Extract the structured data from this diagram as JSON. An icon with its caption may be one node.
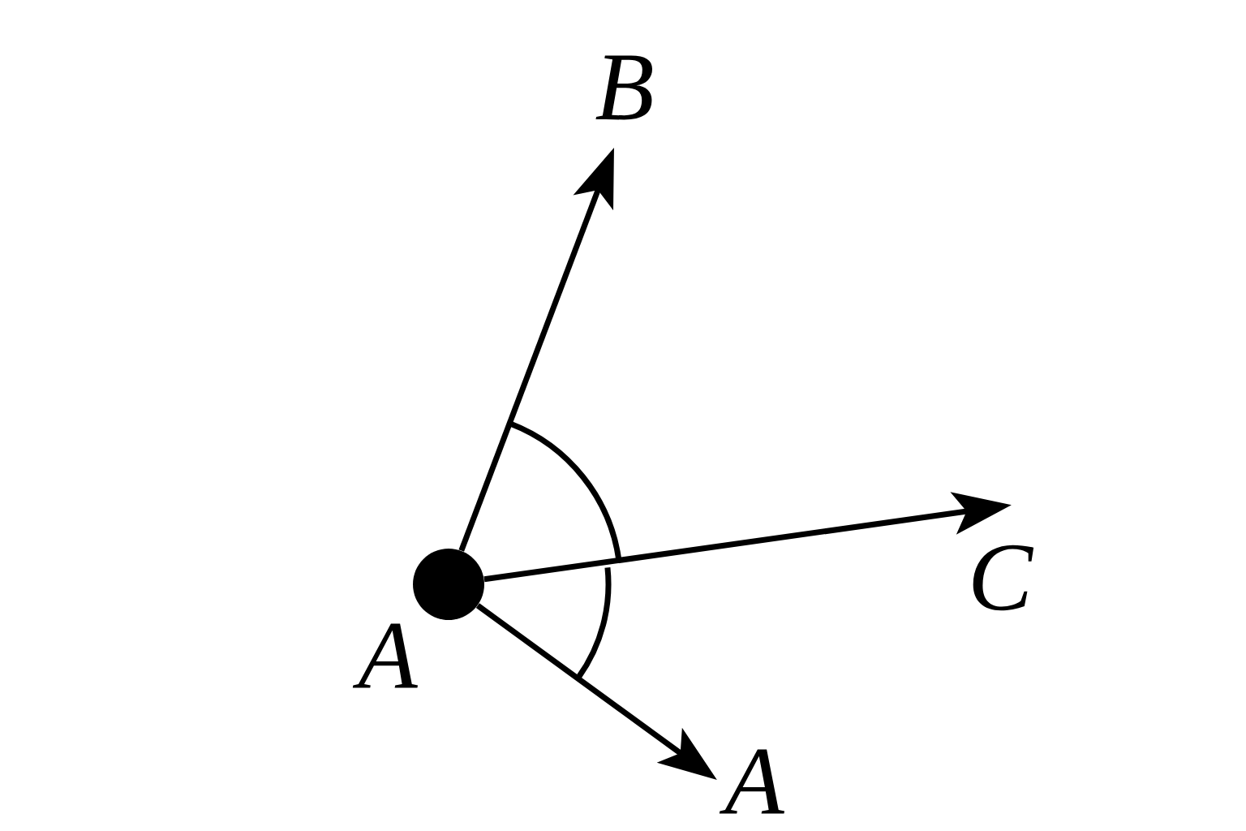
{
  "diagram": {
    "nodes": [
      {
        "text": [],
        "shape": "circle",
        "beside": [
          "A"
        ]
      },
      {
        "text": [
          "B"
        ]
      },
      {
        "text": [
          "C"
        ]
      },
      {
        "text": [
          "A"
        ]
      }
    ],
    "edges": [
      {
        "from": 0,
        "to": 1,
        "arrow": "to"
      },
      {
        "from": 0,
        "to": 2,
        "arrow": "to"
      },
      {
        "from": 0,
        "to": 3,
        "arrow": "to"
      }
    ]
  }
}
